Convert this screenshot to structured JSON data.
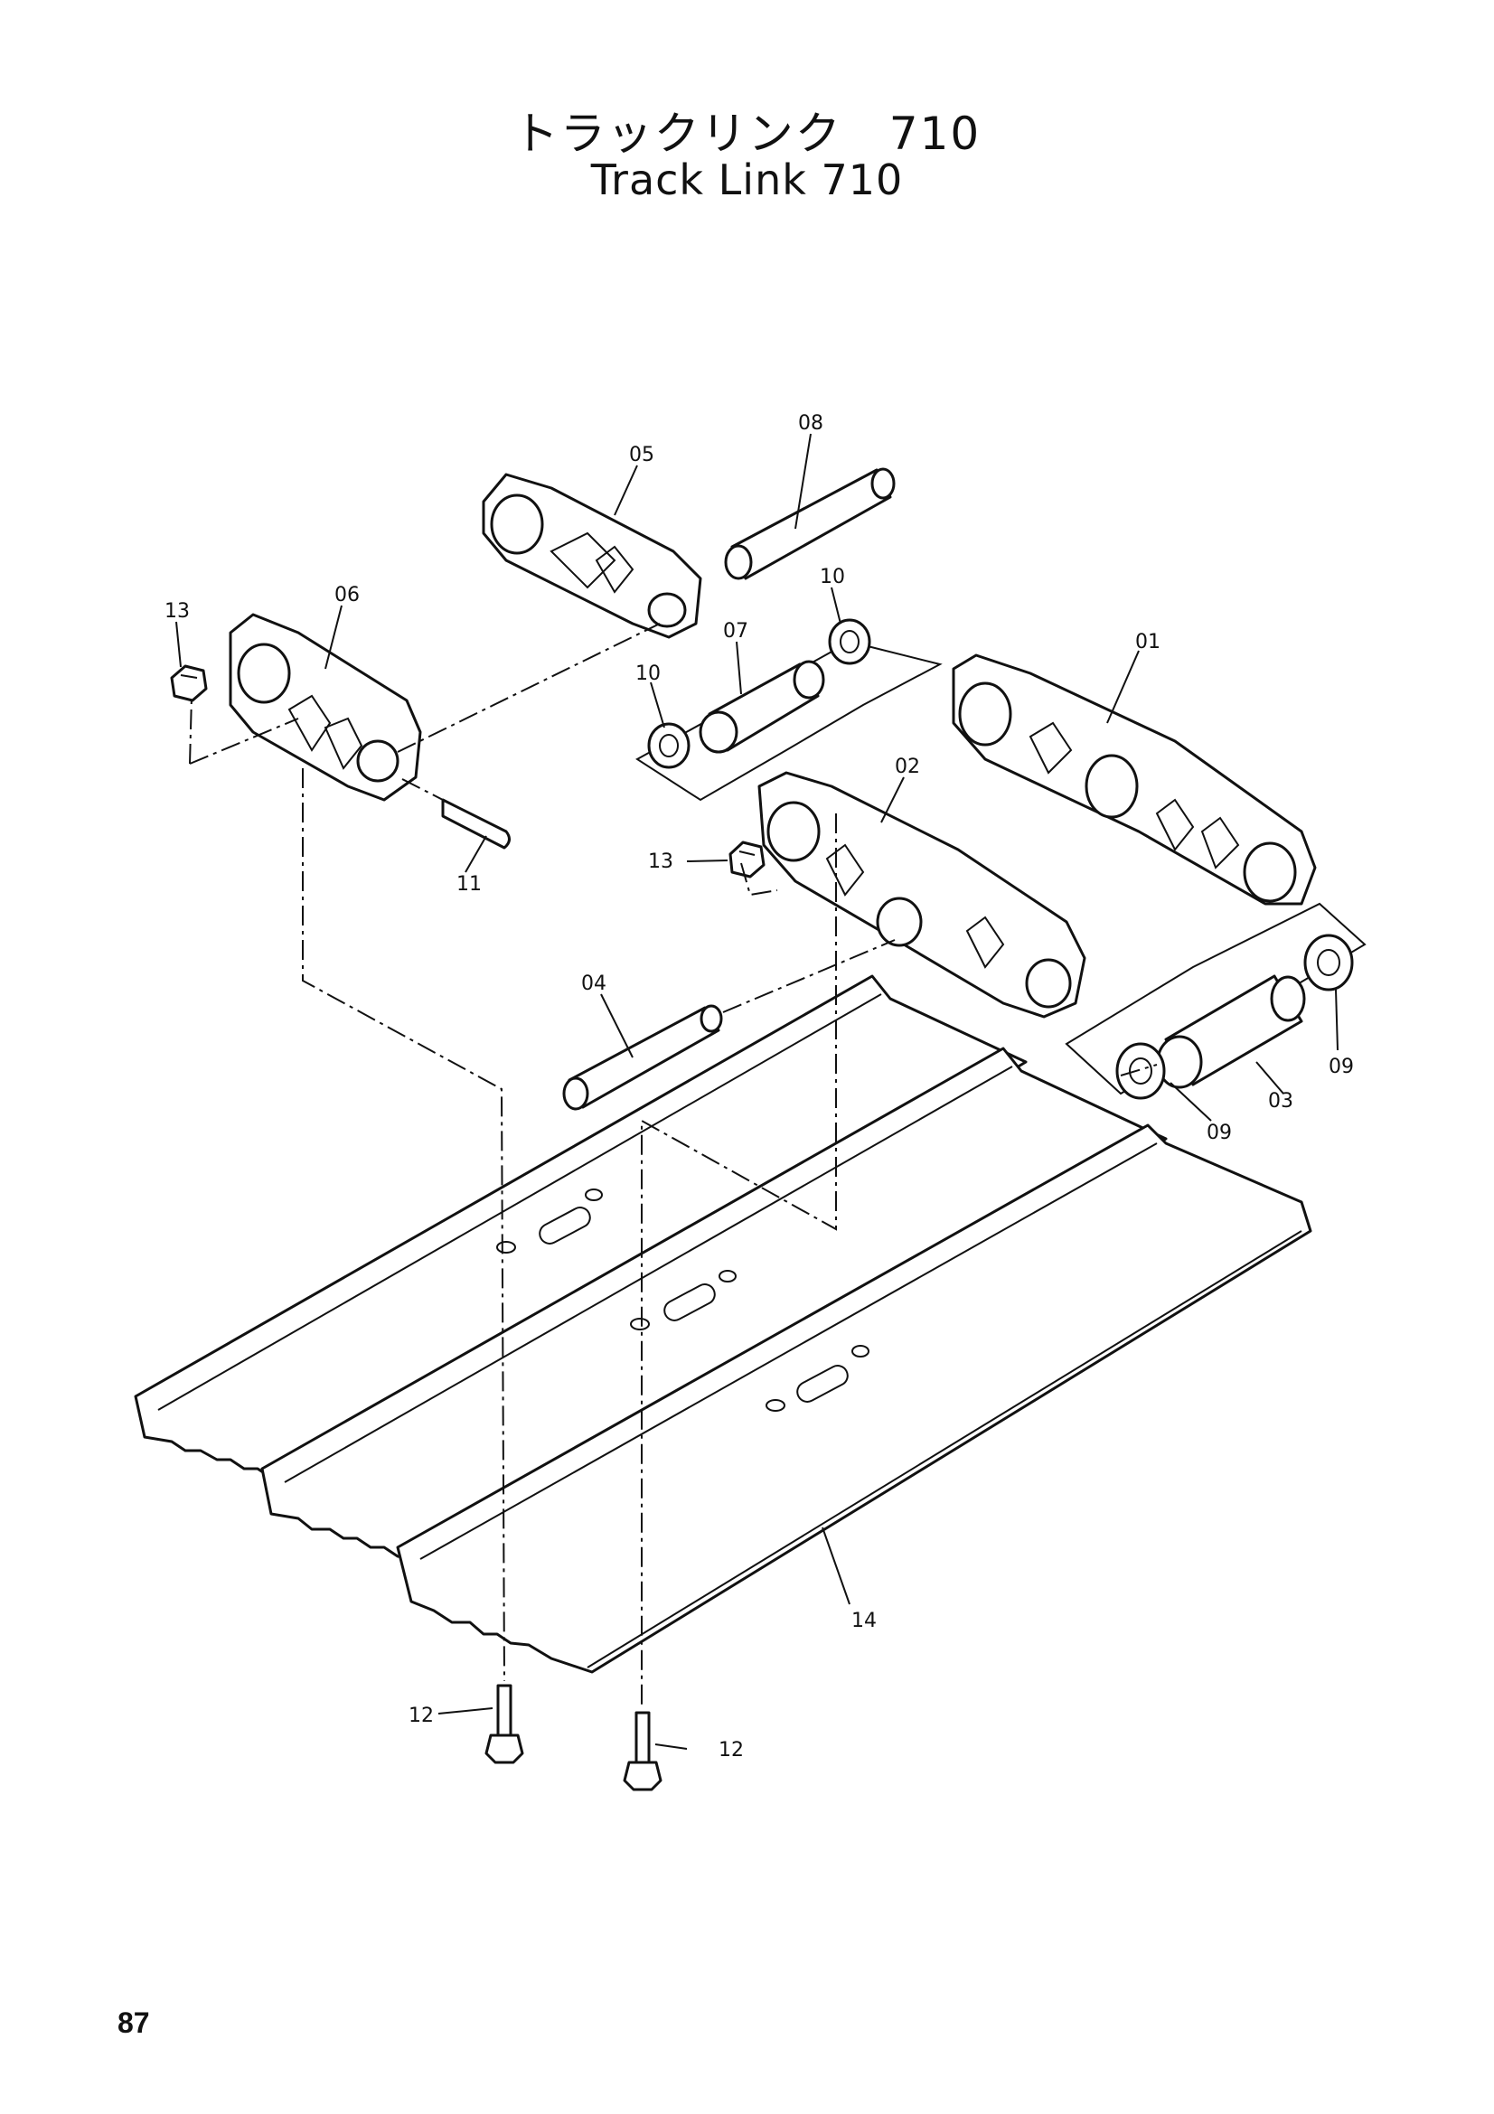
{
  "title": {
    "japanese": "トラックリンク　710",
    "english": "Track Link 710"
  },
  "page_number": "87",
  "callouts": {
    "p01": "01",
    "p02": "02",
    "p03": "03",
    "p04": "04",
    "p05": "05",
    "p06": "06",
    "p07": "07",
    "p08": "08",
    "p09a": "09",
    "p09b": "09",
    "p10a": "10",
    "p10b": "10",
    "p11": "11",
    "p12a": "12",
    "p12b": "12",
    "p13a": "13",
    "p13b": "13",
    "p14": "14"
  }
}
